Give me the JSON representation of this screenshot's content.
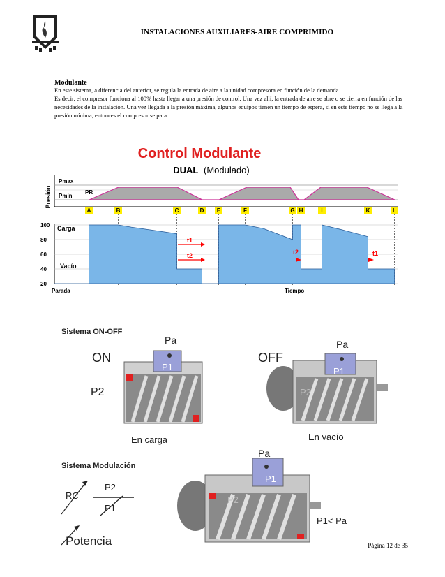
{
  "header": {
    "title": "INSTALACIONES AUXILIARES-AIRE COMPRIMIDO"
  },
  "section": {
    "heading": "Modulante",
    "paragraphs": [
      "En este sistema, a diferencia del anterior, se regula la entrada de aire a la unidad compresora en función de la demanda.",
      "Es decir, el compresor funciona al 100% hasta llegar a una presión de control. Una vez allí, la entrada de aire se abre o se cierra en función de las necesidades de la instalación. Una vez llegada a la presión máxima, algunos equipos tienen un tiempo de espera, si en este tiempo no se llega a la presión mínima, entonces el compresor se para."
    ]
  },
  "chart": {
    "title": "Control Modulante",
    "subtitle_bold": "DUAL",
    "subtitle_rest": "(Modulado)",
    "y_axis_label": "Presión",
    "pmax_label": "Pmax",
    "pmin_label": "Pmin",
    "pr_label": "PR",
    "points": [
      "A",
      "B",
      "C",
      "D",
      "E",
      "F",
      "G",
      "H",
      "I",
      "K",
      "L"
    ],
    "load_label": "Carga",
    "unload_label": "Vacío",
    "stop_label": "Parada",
    "time_label": "Tiempo",
    "y_ticks": [
      "100",
      "80",
      "60",
      "40",
      "20"
    ],
    "t1_label": "t1",
    "t2_label": "t2",
    "colors": {
      "pressure_fill": "#aaaaaa",
      "pressure_line": "#cc3399",
      "load_fill": "#7ab6e8",
      "marker": "#ffee00",
      "arrow": "#ff0000"
    }
  },
  "chart_data": {
    "type": "area",
    "title": "Control Modulante",
    "subtitle": "DUAL (Modulado)",
    "xlabel": "Tiempo",
    "ylabel": "Presión",
    "categories": [
      "A",
      "B",
      "C",
      "D",
      "E",
      "F",
      "G",
      "H",
      "I",
      "K",
      "L"
    ],
    "yticks": [
      100,
      80,
      60,
      40,
      20
    ],
    "series": [
      {
        "name": "Carga",
        "values": [
          100,
          100,
          88,
          20,
          100,
          100,
          80,
          40,
          100,
          84,
          40
        ]
      }
    ]
  },
  "onoff": {
    "title": "Sistema ON-OFF",
    "on_label": "ON",
    "off_label": "OFF",
    "pa_label": "Pa",
    "p1_label": "P1",
    "p2_label": "P2",
    "on_caption": "En carga",
    "off_caption": "En vacío"
  },
  "modulation": {
    "title": "Sistema Modulación",
    "rc_label": "RC=",
    "p2_label": "P2",
    "p1_label": "P1",
    "pa_label": "Pa",
    "power_label": "Potencia",
    "condition_label": "P1< Pa"
  },
  "footer": {
    "page_number": "Página 12 de 35"
  }
}
